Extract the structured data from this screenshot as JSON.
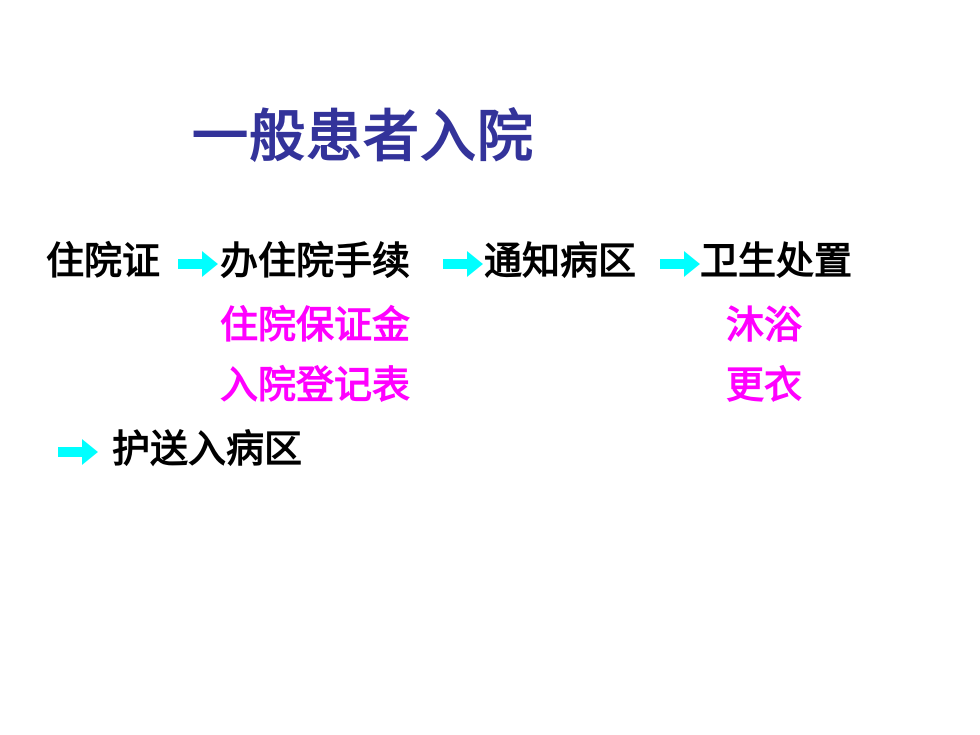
{
  "slide": {
    "title": "一般患者入院",
    "flow_steps": [
      "住院证",
      "办住院手续",
      "通知病区",
      "卫生处置"
    ],
    "procedure_details": [
      "住院保证金",
      "入院登记表"
    ],
    "hygiene_details": [
      "沐浴",
      "更衣"
    ],
    "final_step": "护送入病区"
  },
  "colors": {
    "title": "#33339a",
    "step_text": "#000000",
    "detail_text": "#ff00ff",
    "arrow": "#00ffff"
  },
  "icons": {
    "arrow": "right-arrow-icon"
  }
}
